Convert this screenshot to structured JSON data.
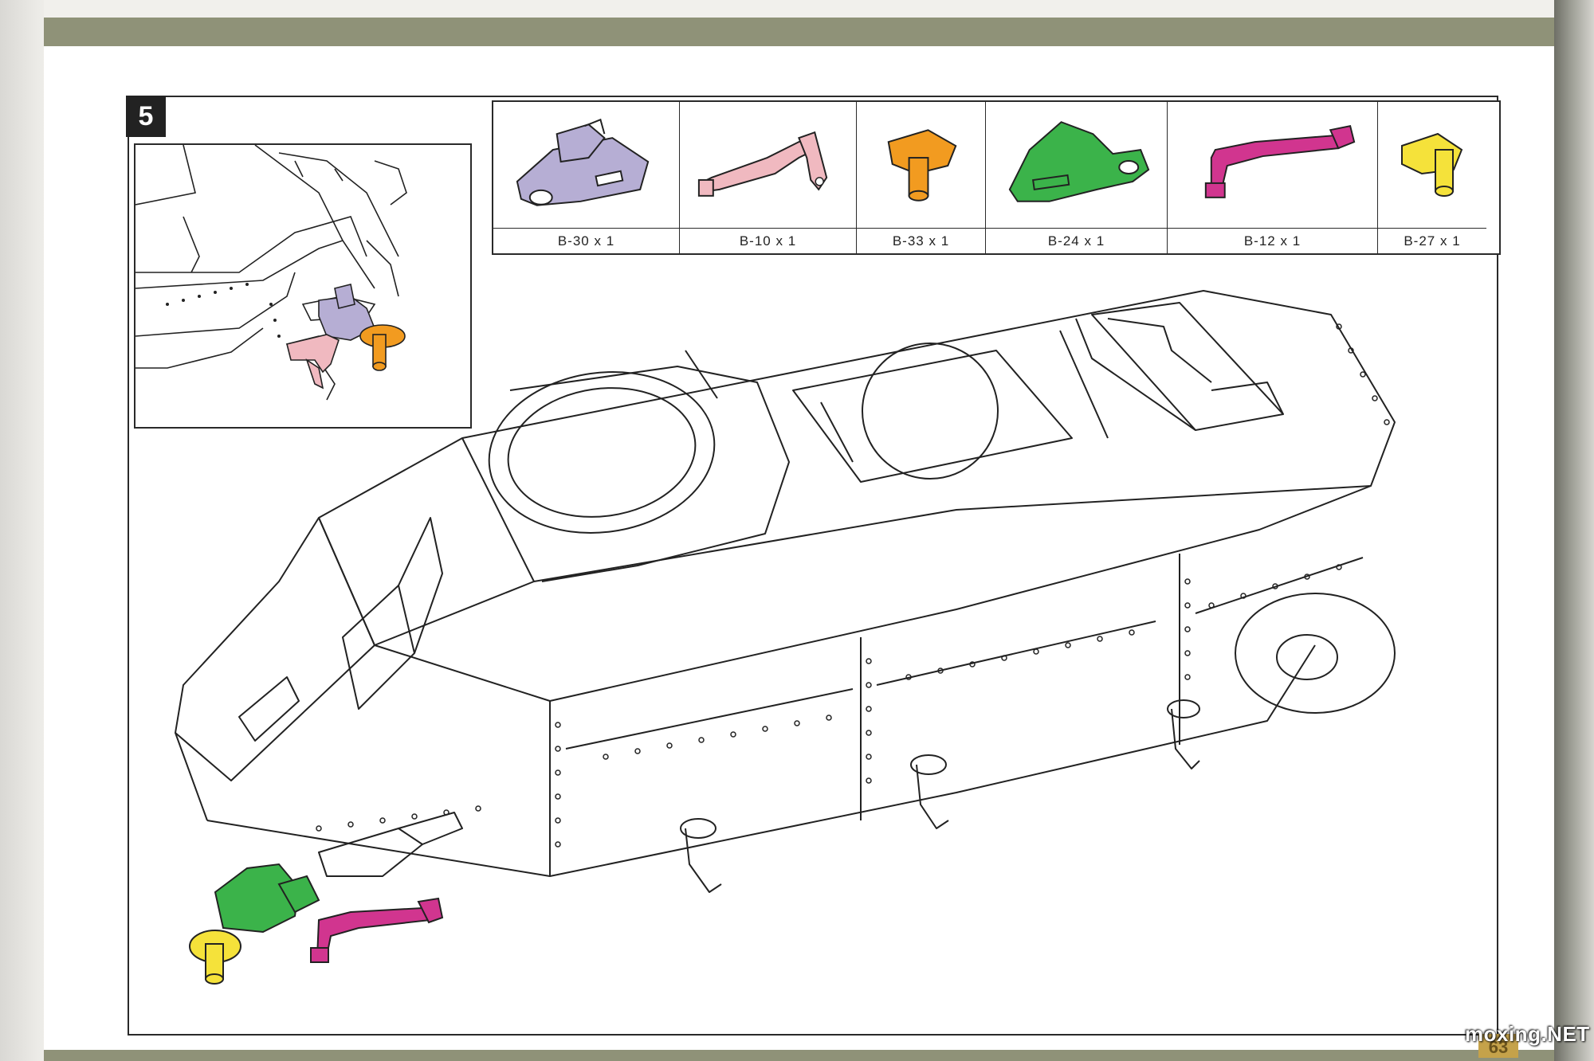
{
  "step": {
    "number": "5"
  },
  "parts": [
    {
      "label": "B-30 x 1",
      "color": "#b6aed4",
      "icon": "cam-arm-part"
    },
    {
      "label": "B-10 x 1",
      "color": "#f0b9c0",
      "icon": "crank-link-part"
    },
    {
      "label": "B-33 x 1",
      "color": "#f29b20",
      "icon": "spindle-part"
    },
    {
      "label": "B-24 x 1",
      "color": "#3bb34a",
      "icon": "arm-housing-part"
    },
    {
      "label": "B-12 x 1",
      "color": "#d1358f",
      "icon": "crank-link-part"
    },
    {
      "label": "B-27 x 1",
      "color": "#f5e23a",
      "icon": "spindle-part"
    }
  ],
  "page": {
    "number": "63"
  },
  "watermark": {
    "text": "moxing.NET"
  }
}
